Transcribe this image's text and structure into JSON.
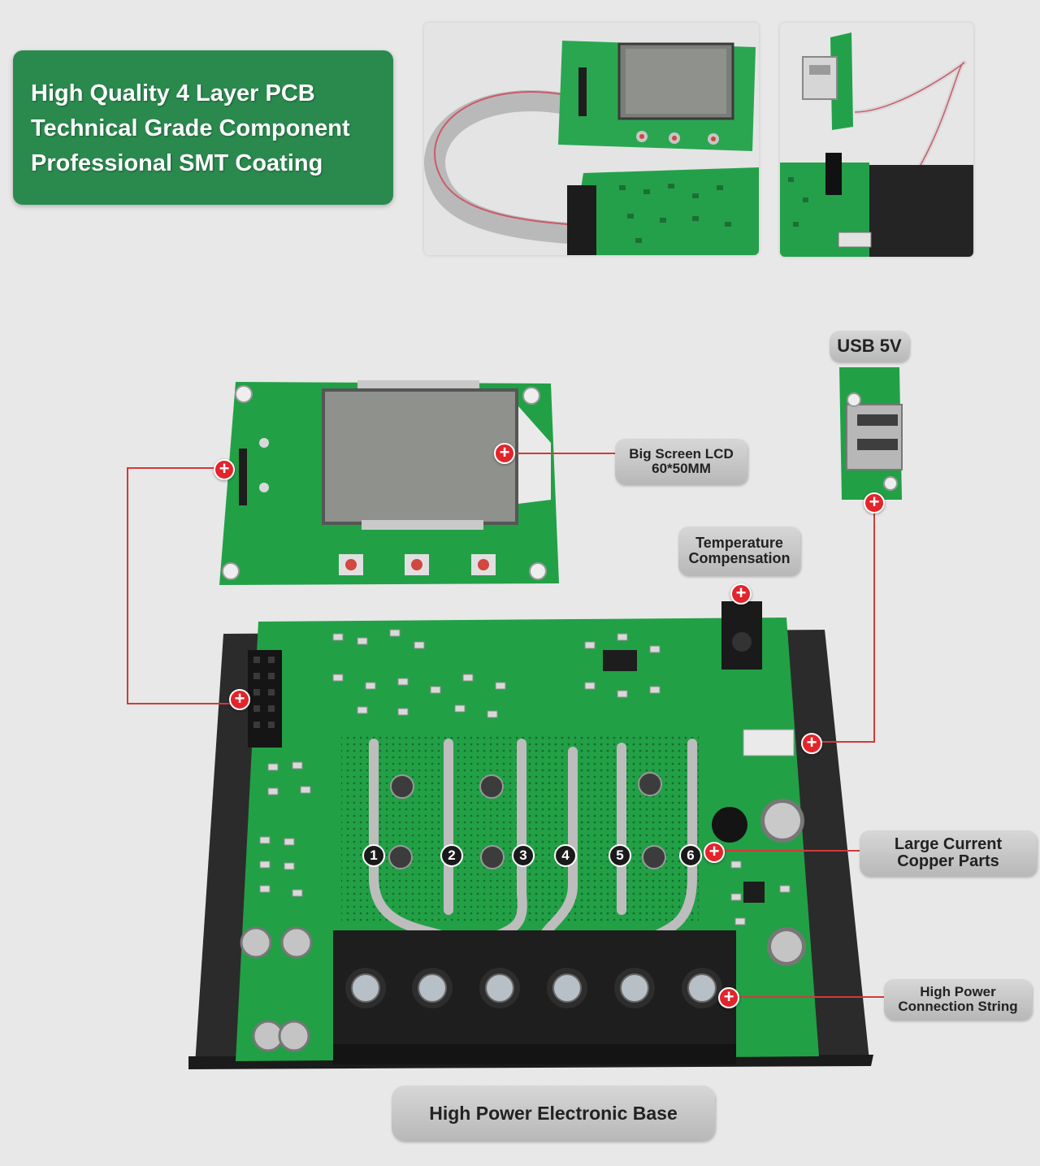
{
  "banner": {
    "lines": [
      "High Quality 4 Layer PCB",
      "Technical Grade Component",
      "Professional SMT Coating"
    ],
    "color": "#2a8a4e"
  },
  "callouts": {
    "usb": "USB 5V",
    "lcd": [
      "Big Screen LCD",
      "60*50MM"
    ],
    "temperature": [
      "Temperature",
      "Compensation"
    ],
    "current": [
      "Large Current",
      "Copper Parts"
    ],
    "power": [
      "High Power",
      "Connection String"
    ],
    "base": "High Power Electronic Base"
  },
  "terminals": [
    "1",
    "2",
    "3",
    "4",
    "5",
    "6"
  ],
  "colors": {
    "pcb": "#22a046",
    "marker": "#e3242b",
    "leader": "#d23a3a",
    "heatsink": "#2b2b2b"
  }
}
